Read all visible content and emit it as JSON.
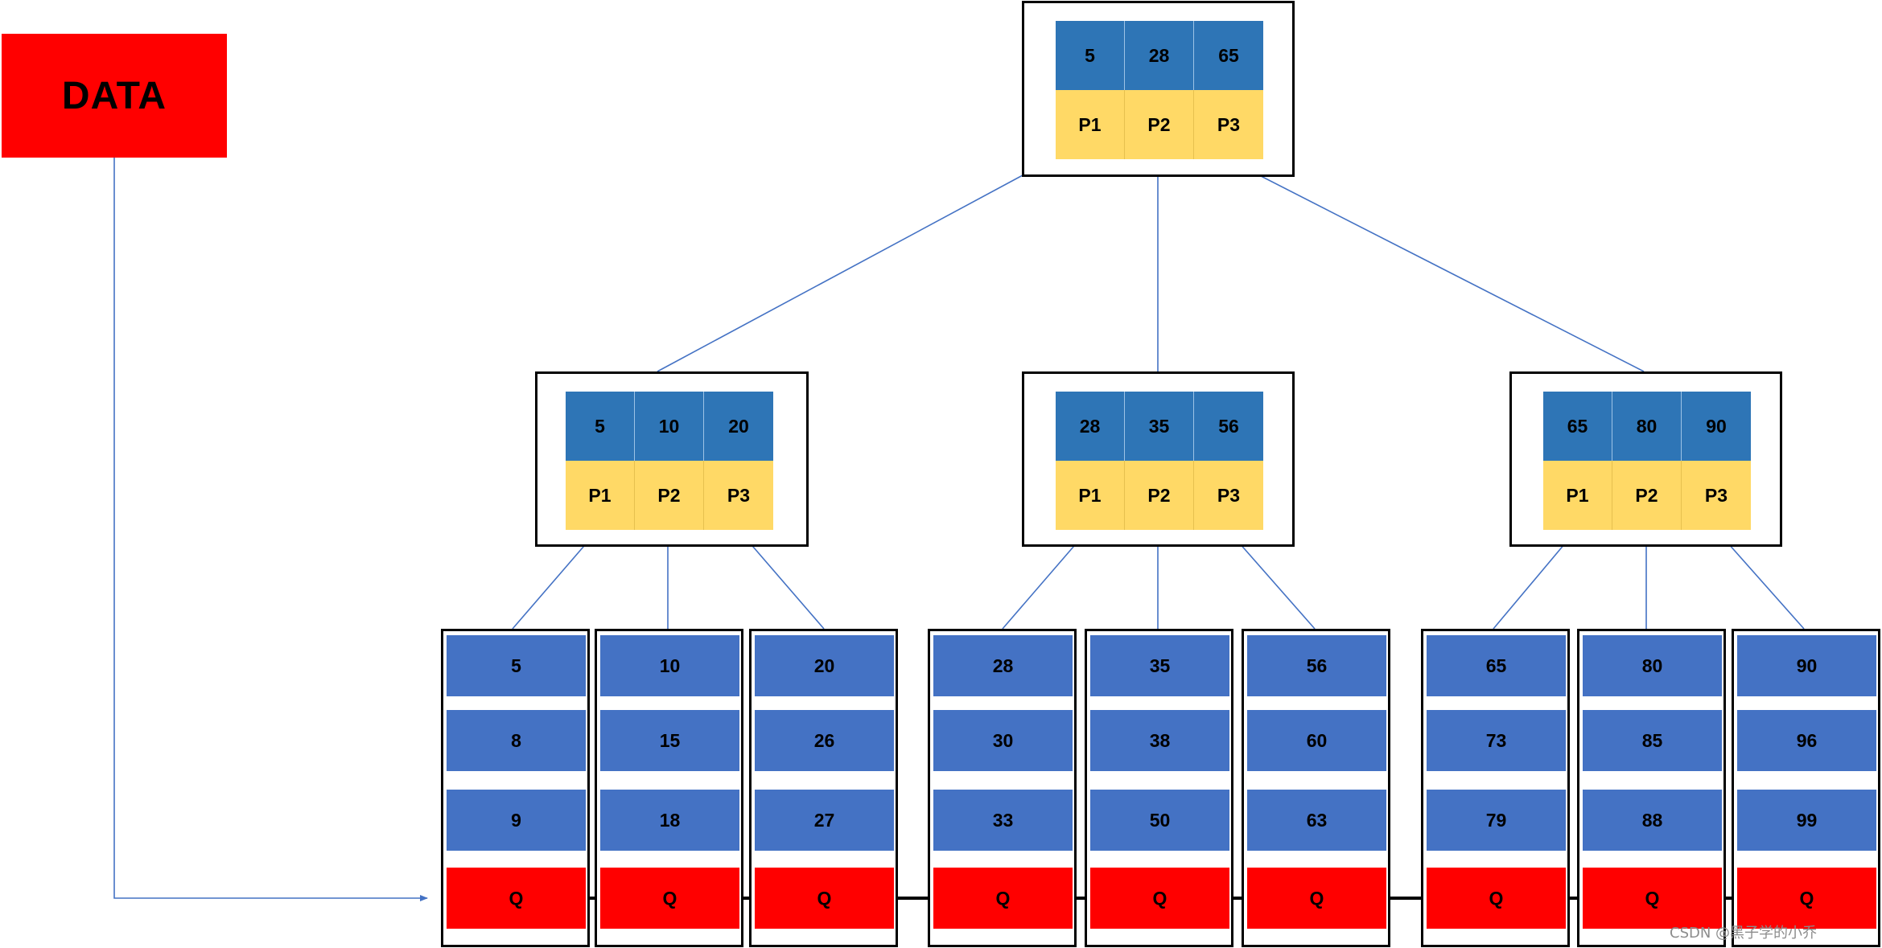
{
  "data_box": {
    "label": "DATA"
  },
  "root": {
    "keys": [
      "5",
      "28",
      "65"
    ],
    "pointers": [
      "P1",
      "P2",
      "P3"
    ]
  },
  "internal_nodes": [
    {
      "keys": [
        "5",
        "10",
        "20"
      ],
      "pointers": [
        "P1",
        "P2",
        "P3"
      ]
    },
    {
      "keys": [
        "28",
        "35",
        "56"
      ],
      "pointers": [
        "P1",
        "P2",
        "P3"
      ]
    },
    {
      "keys": [
        "65",
        "80",
        "90"
      ],
      "pointers": [
        "P1",
        "P2",
        "P3"
      ]
    }
  ],
  "leaves": [
    {
      "keys": [
        "5",
        "8",
        "9"
      ],
      "link": "Q"
    },
    {
      "keys": [
        "10",
        "15",
        "18"
      ],
      "link": "Q"
    },
    {
      "keys": [
        "20",
        "26",
        "27"
      ],
      "link": "Q"
    },
    {
      "keys": [
        "28",
        "30",
        "33"
      ],
      "link": "Q"
    },
    {
      "keys": [
        "35",
        "38",
        "50"
      ],
      "link": "Q"
    },
    {
      "keys": [
        "56",
        "60",
        "63"
      ],
      "link": "Q"
    },
    {
      "keys": [
        "65",
        "73",
        "79"
      ],
      "link": "Q"
    },
    {
      "keys": [
        "80",
        "85",
        "88"
      ],
      "link": "Q"
    },
    {
      "keys": [
        "90",
        "96",
        "99"
      ],
      "link": "Q"
    }
  ],
  "watermark": "CSDN @黑子学的小乔",
  "colors": {
    "key_cell": "#2e75b6",
    "pointer_cell": "#ffd966",
    "leaf_key_cell": "#4472c4",
    "leaf_link_cell": "#ff0000",
    "data_box": "#ff0000",
    "connector_line": "#4472c4",
    "leaf_chain_arrow": "#000000"
  }
}
